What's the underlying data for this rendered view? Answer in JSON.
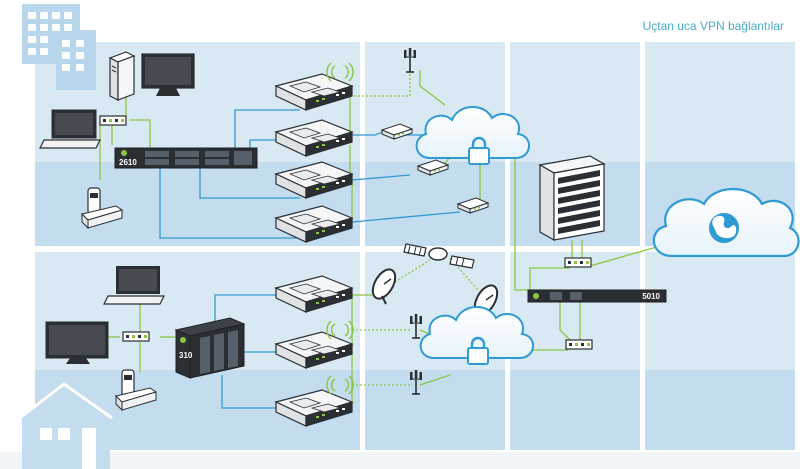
{
  "title": "Uçtan uca VPN bağlantılar",
  "devices": {
    "router_top": "2610",
    "router_bottom": "310",
    "gateway": "5010"
  },
  "colors": {
    "band": "#cfe3f1",
    "band_dark": "#b9d7ec",
    "link_blue": "#2f9bd4",
    "link_green": "#8cc63f",
    "device_dark": "#2b2f33",
    "accent": "#4aa9c8"
  },
  "icons": [
    "building-icon",
    "house-icon",
    "desktop-icon",
    "monitor-icon",
    "laptop-icon",
    "phone-icon",
    "router-icon",
    "modem-icon",
    "antenna-icon",
    "satellite-icon",
    "dish-icon",
    "cloud-icon",
    "lock-icon",
    "globe-icon",
    "server-rack-icon",
    "switch-icon"
  ]
}
